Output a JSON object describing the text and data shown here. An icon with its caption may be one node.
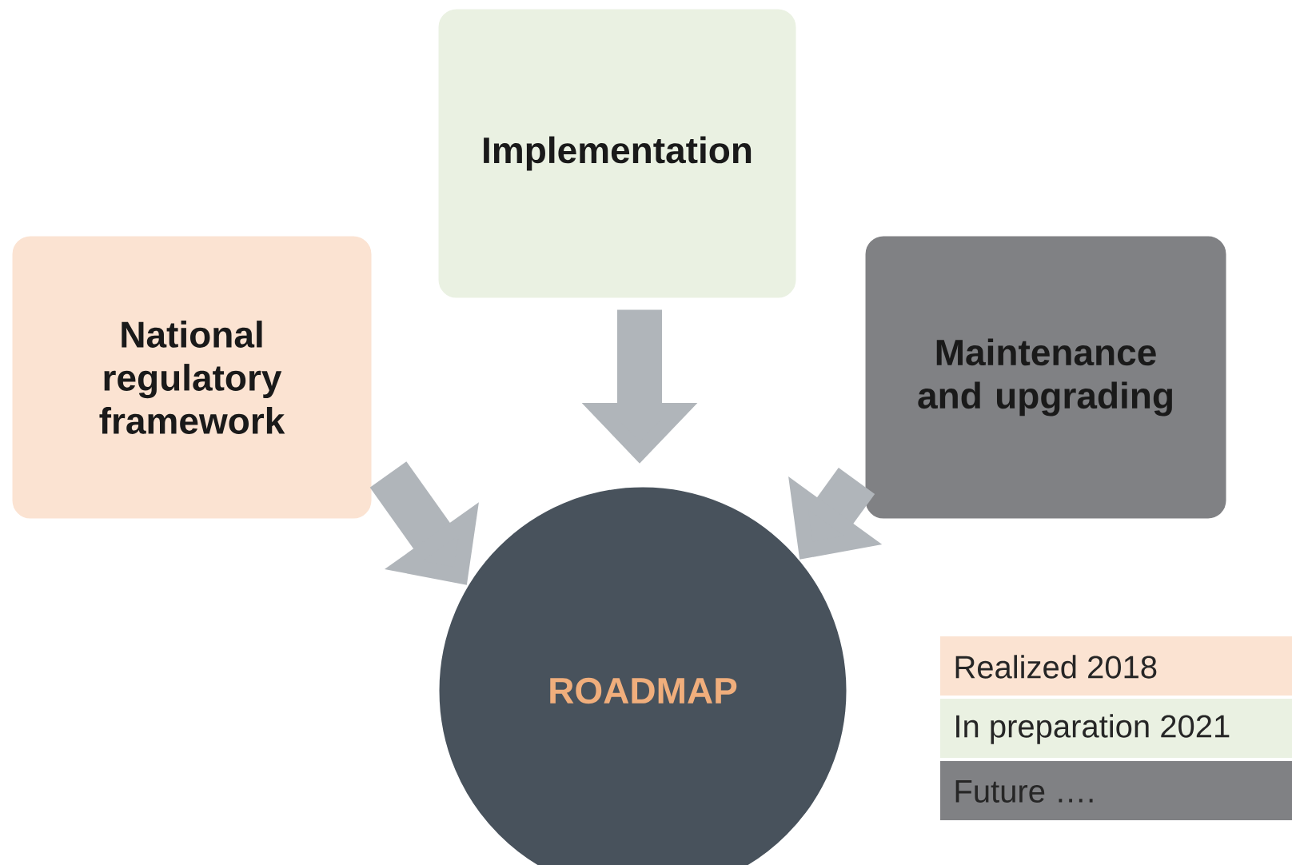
{
  "diagram": {
    "nodes": [
      {
        "text": [
          "National regulatory framework"
        ]
      },
      {
        "text": [
          "Implementation"
        ]
      },
      {
        "text": [
          "Maintenance and upgrading"
        ]
      },
      {
        "text": [
          "ROADMAP"
        ]
      }
    ],
    "edges": [
      {
        "from": 0,
        "to": 3,
        "arrow": "to"
      },
      {
        "from": 1,
        "to": 3,
        "arrow": "to"
      },
      {
        "from": 2,
        "to": 3,
        "arrow": "to"
      }
    ],
    "legend": [
      {
        "text": "Realized 2018",
        "color": "#fbe3d2"
      },
      {
        "text": "In preparation 2021",
        "color": "#eaf1e2"
      },
      {
        "text": "Future ….",
        "color": "#808184"
      }
    ]
  }
}
